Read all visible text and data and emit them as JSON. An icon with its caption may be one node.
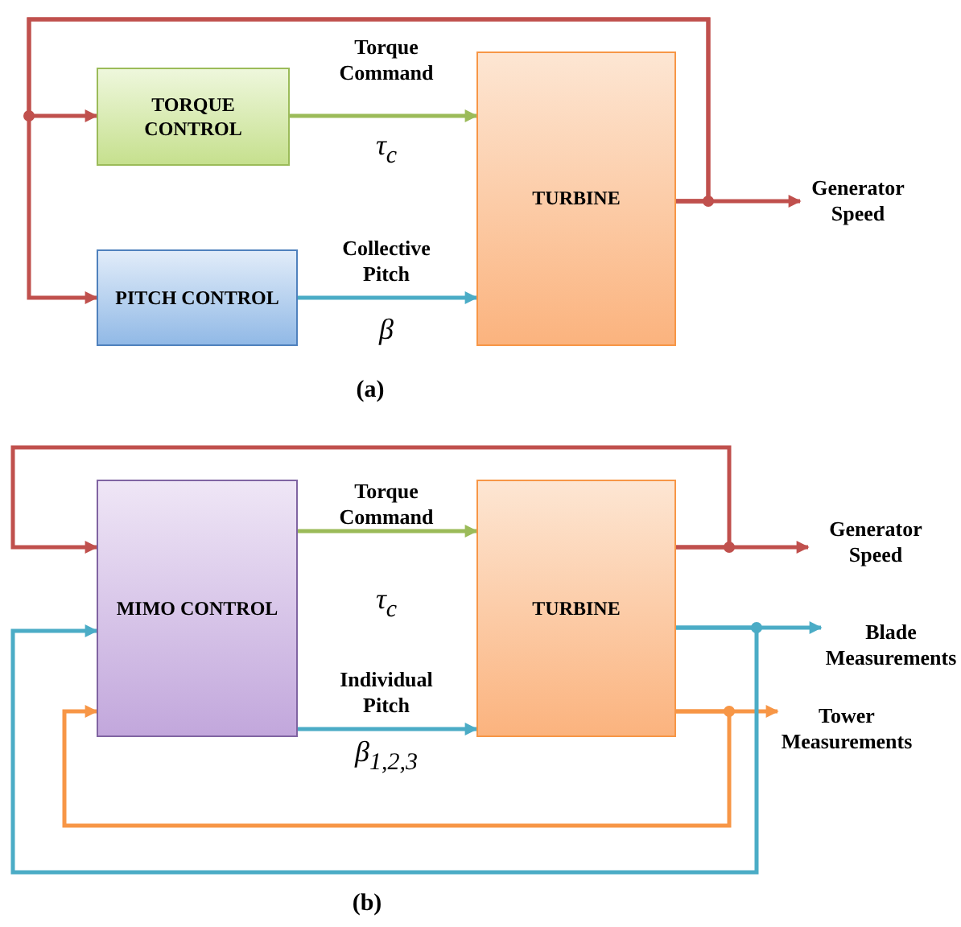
{
  "diagram": {
    "nodes": [
      {
        "text": [
          "TORQUE CONTROL"
        ]
      },
      {
        "text": [
          "PITCH CONTROL"
        ]
      },
      {
        "text": [
          "TURBINE"
        ]
      },
      {
        "text": [
          "Generator Speed"
        ]
      },
      {
        "text": [
          "MIMO CONTROL"
        ]
      },
      {
        "text": [
          "TURBINE"
        ]
      },
      {
        "text": [
          "Generator Speed"
        ]
      },
      {
        "text": [
          "Blade Measurements"
        ]
      },
      {
        "text": [
          "Tower Measurements"
        ]
      }
    ],
    "edges": [
      {
        "from": 0,
        "to": 2,
        "arrow": "to",
        "label": "Torque Command",
        "color": "#9bbb59"
      },
      {
        "from": 1,
        "to": 2,
        "arrow": "to",
        "label": "Collective Pitch",
        "color": "#4bacc6"
      },
      {
        "from": 2,
        "to": 3,
        "arrow": "to",
        "color": "#c0504d"
      },
      {
        "from": 2,
        "to": 0,
        "arrow": "to",
        "color": "#c0504d"
      },
      {
        "from": 2,
        "to": 1,
        "arrow": "to",
        "color": "#c0504d"
      },
      {
        "from": 4,
        "to": 5,
        "arrow": "to",
        "label": "Torque Command",
        "color": "#9bbb59"
      },
      {
        "from": 4,
        "to": 5,
        "arrow": "to",
        "label": "Individual Pitch",
        "color": "#4bacc6"
      },
      {
        "from": 5,
        "to": 6,
        "arrow": "to",
        "color": "#c0504d"
      },
      {
        "from": 5,
        "to": 7,
        "arrow": "to",
        "color": "#4bacc6"
      },
      {
        "from": 5,
        "to": 8,
        "arrow": "to",
        "color": "#f79646"
      },
      {
        "from": 5,
        "to": 4,
        "arrow": "to",
        "color": "#c0504d"
      },
      {
        "from": 5,
        "to": 4,
        "arrow": "to",
        "color": "#4bacc6"
      },
      {
        "from": 5,
        "to": 4,
        "arrow": "to",
        "color": "#f79646"
      }
    ],
    "labels": [
      "τ$_{c}$",
      "β",
      "(a)",
      "τ$_{c}$",
      "β$_{1,2,3}$",
      "(b)"
    ]
  }
}
